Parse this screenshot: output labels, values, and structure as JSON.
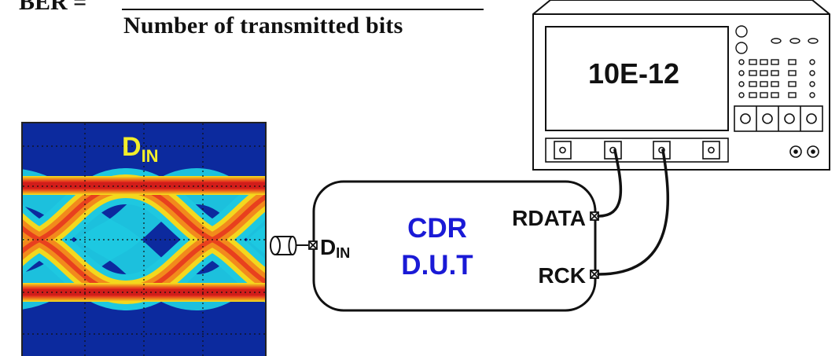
{
  "formula": {
    "lhs": "BER =",
    "denominator": "Number of transmitted bits"
  },
  "eye_label": {
    "main": "D",
    "sub": "IN"
  },
  "dut": {
    "line1": "CDR",
    "line2": "D.U.T"
  },
  "ports": {
    "din": {
      "main": "D",
      "sub": "IN"
    },
    "rdata": "RDATA",
    "rck": "RCK"
  },
  "instrument": {
    "display_value": "10E-12"
  },
  "colors": {
    "dut_text": "#1a1ad6",
    "eye_label": "#f2ee2a",
    "eye_background": "#0c2a9e"
  }
}
